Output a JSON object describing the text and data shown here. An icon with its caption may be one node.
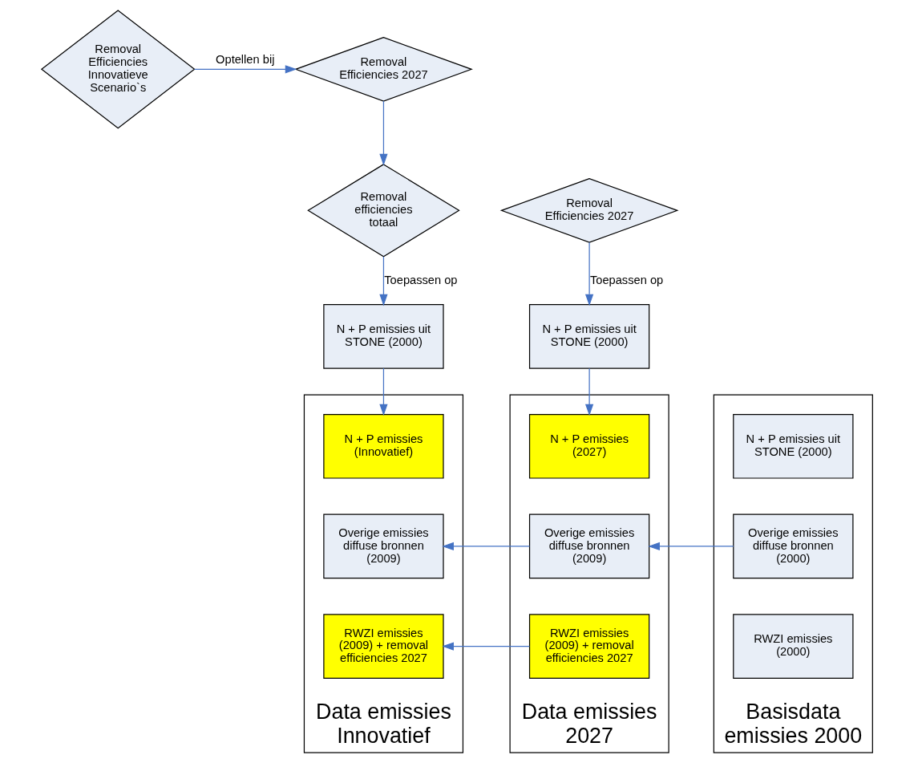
{
  "diagram": {
    "nodes": [
      {
        "text": [
          "Removal Efficiencies 2027"
        ]
      },
      {
        "text": [
          "Removal Efficiencies Innovatieve Scenario`s"
        ]
      },
      {
        "text": [
          "Removal efficiencies totaal"
        ]
      },
      {
        "text": [
          "Removal Efficiencies 2027"
        ]
      },
      {
        "text": [
          "N + P emissies uit STONE (2000)"
        ]
      },
      {
        "text": [
          "N + P emissies uit STONE (2000)"
        ]
      },
      {
        "text": [
          "Basisdata emissies 2000"
        ]
      },
      {
        "text": [
          "N + P emissies uit STONE (2000)"
        ],
        "in": 6
      },
      {
        "text": [
          "Overige emissies diffuse bronnen (2000)"
        ],
        "in": 6
      },
      {
        "text": [
          "RWZI emissies (2000)"
        ],
        "in": 6
      },
      {
        "text": [
          "Data emissies 2027"
        ]
      },
      {
        "text": [
          "N + P emissies (2027)"
        ],
        "in": 10
      },
      {
        "text": [
          "Overige emissies diffuse bronnen (2009)"
        ],
        "in": 10
      },
      {
        "text": [
          "RWZI emissies (2009) + removal efficiencies 2027"
        ],
        "in": 10
      },
      {
        "text": [
          "Data emissies Innovatief"
        ]
      },
      {
        "text": [
          "N + P emissies (Innovatief)"
        ],
        "in": 14
      },
      {
        "text": [
          "Overige emissies diffuse bronnen (2009)"
        ],
        "in": 14
      },
      {
        "text": [
          "RWZI emissies (2009) + removal efficiencies 2027"
        ],
        "in": 14
      }
    ],
    "edges": [
      {
        "from": 1,
        "to": 0,
        "arrow": "to",
        "label": "Optellen bij"
      },
      {
        "from": 0,
        "to": 2,
        "arrow": "to"
      },
      {
        "from": 3,
        "to": 4,
        "arrow": "to",
        "label": "Toepassen op"
      },
      {
        "from": 2,
        "to": 5,
        "arrow": "to",
        "label": "Toepassen op"
      },
      {
        "from": 4,
        "to": 11,
        "arrow": "to"
      },
      {
        "from": 5,
        "to": 15,
        "arrow": "to"
      },
      {
        "from": 8,
        "to": 12,
        "arrow": "to"
      },
      {
        "from": 12,
        "to": 16,
        "arrow": "to"
      },
      {
        "from": 13,
        "to": 17,
        "arrow": "to"
      }
    ]
  }
}
